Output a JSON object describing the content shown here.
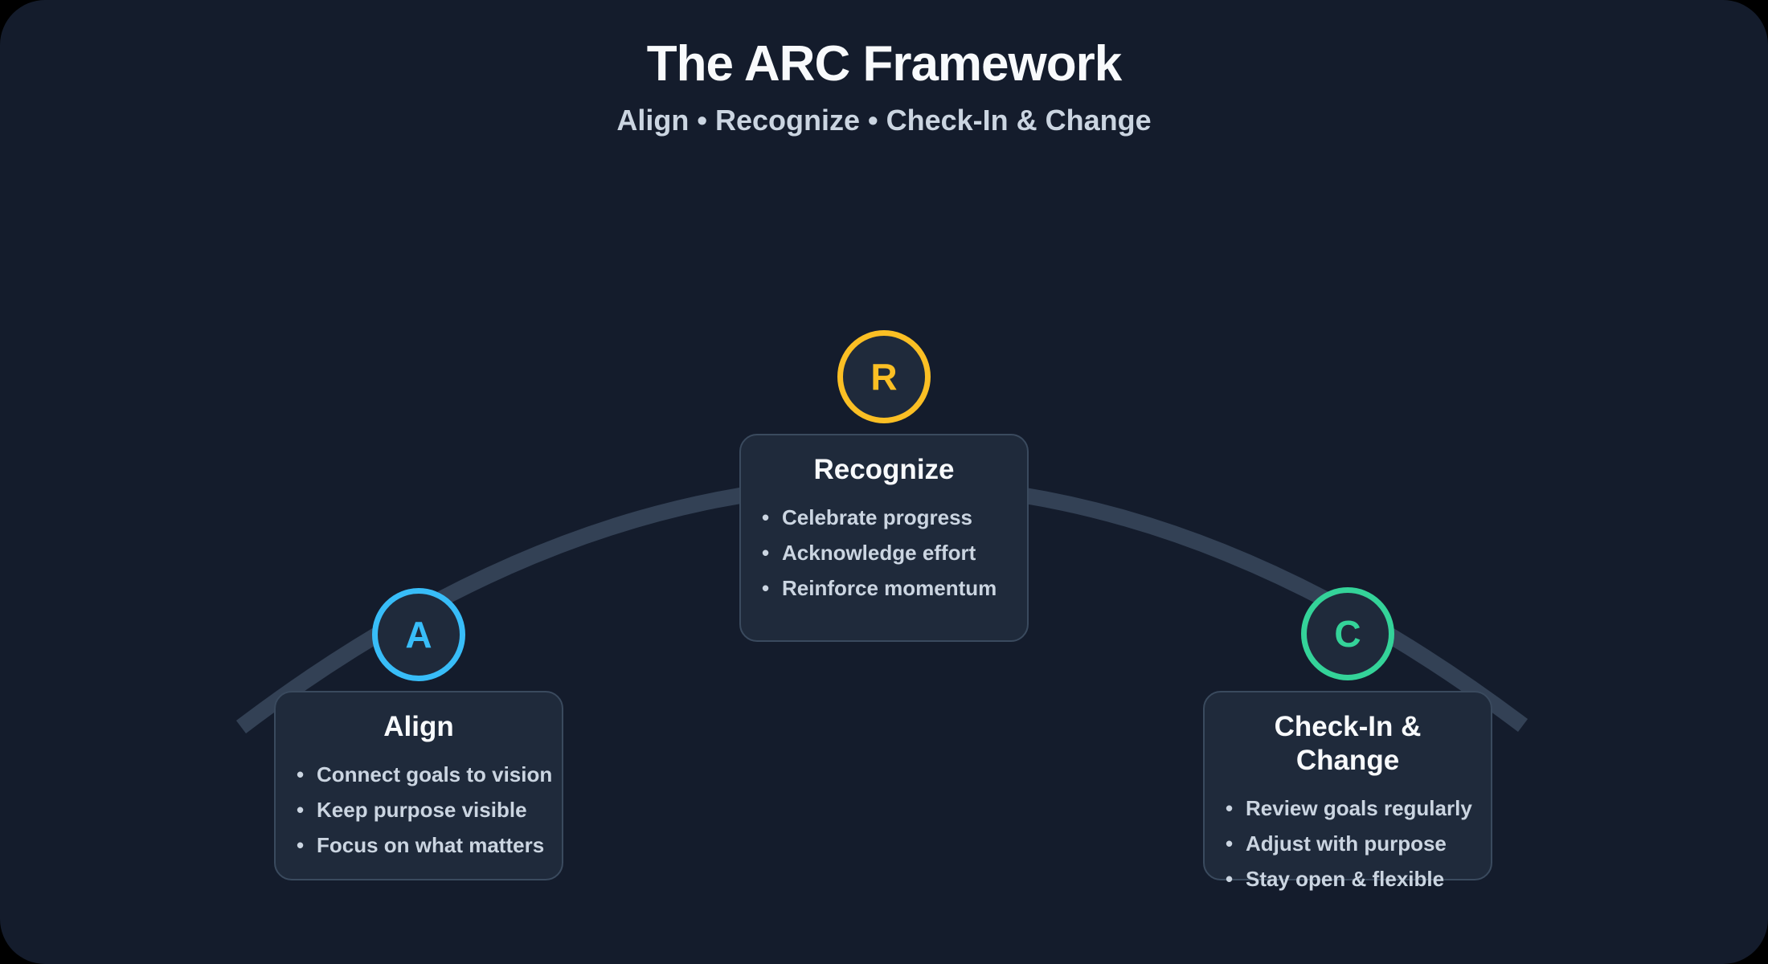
{
  "header": {
    "title": "The ARC Framework",
    "subtitle": "Align • Recognize • Check-In & Change"
  },
  "colors": {
    "canvas": "#000000",
    "background": "#141c2c",
    "card_background": "#1f2a3b",
    "card_border": "#3a4a5e",
    "arc_line": "#334155",
    "title_text": "#f8fafc",
    "body_text": "#cbd5e1"
  },
  "nodes": [
    {
      "letter": "A",
      "title": "Align",
      "accent_color": "#38bdf8",
      "bullets": [
        "Connect goals to vision",
        "Keep purpose visible",
        "Focus on what matters"
      ]
    },
    {
      "letter": "R",
      "title": "Recognize",
      "accent_color": "#fbbf24",
      "bullets": [
        "Celebrate progress",
        "Acknowledge effort",
        "Reinforce momentum"
      ]
    },
    {
      "letter": "C",
      "title": "Check-In & Change",
      "accent_color": "#34d399",
      "bullets": [
        "Review goals regularly",
        "Adjust with purpose",
        "Stay open & flexible"
      ]
    }
  ]
}
